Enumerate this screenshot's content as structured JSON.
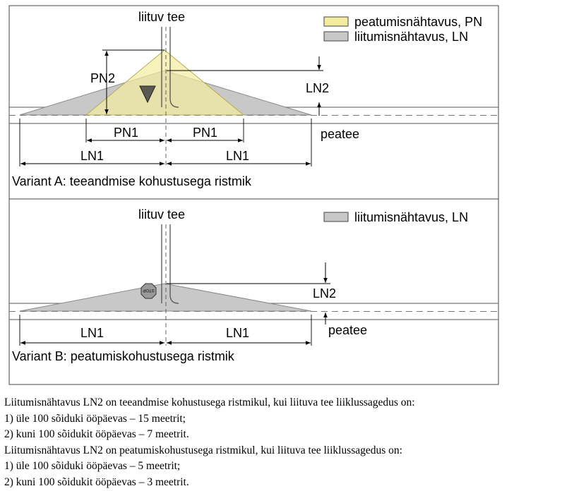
{
  "panel_a": {
    "road_label": "liituv tee",
    "legend_pn": "peatumisnähtavus, PN",
    "legend_ln": "liitumisnähtavus, LN",
    "pn2": "PN2",
    "ln2": "LN2",
    "pn1_left": "PN1",
    "pn1_right": "PN1",
    "ln1_left": "LN1",
    "ln1_right": "LN1",
    "main_road": "peatee",
    "caption": "Variant A: teeandmise kohustusega ristmik"
  },
  "panel_b": {
    "road_label": "liituv tee",
    "legend_ln": "liitumisnähtavus, LN",
    "ln2": "LN2",
    "ln1_left": "LN1",
    "ln1_right": "LN1",
    "main_road": "peatee",
    "stop_sign_text": "STOP",
    "caption": "Variant B: peatumiskohustusega ristmik"
  },
  "colors": {
    "pn_fill": "#f3ec9e",
    "ln_fill": "#c8c8c8",
    "yield_sign": "#5a5a50"
  },
  "notes": [
    "Liitumisnähtavus LN2 on teeandmise kohustusega ristmikul, kui liituva tee liiklussagedus on:",
    "1) üle 100 sõiduki ööpäevas – 15 meetrit;",
    "2) kuni 100 sõidukit ööpäevas – 7 meetrit.",
    "Liitumisnähtavus LN2 on peatumiskohustusega ristmikul, kui liituva tee liiklussagedus on:",
    "1) üle 100 sõiduki ööpäevas – 5 meetrit;",
    "2) kuni 100 sõidukit ööpäevas – 3 meetrit."
  ]
}
